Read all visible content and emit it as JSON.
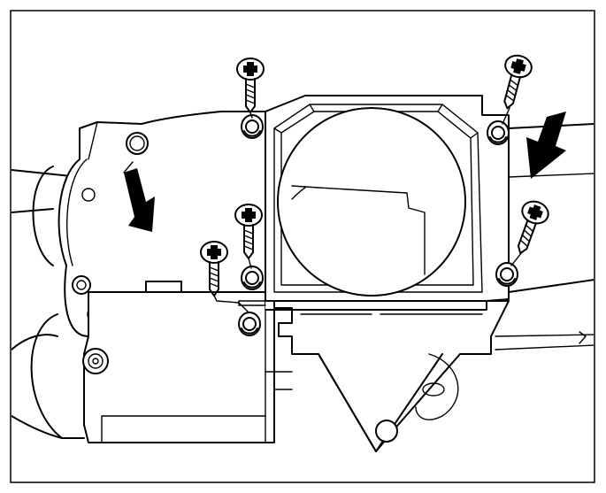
{
  "figure": {
    "type": "line-art assembly illustration",
    "colors": {
      "line": "#000000",
      "background": "#ffffff",
      "frame": "#000000"
    }
  },
  "screws": [
    {
      "name": "screw-top-left",
      "icon": "phillips-screw-icon"
    },
    {
      "name": "screw-top-right",
      "icon": "phillips-screw-icon"
    },
    {
      "name": "screw-middle",
      "icon": "phillips-screw-icon"
    },
    {
      "name": "screw-lower-left",
      "icon": "phillips-screw-icon"
    },
    {
      "name": "screw-right",
      "icon": "phillips-screw-icon"
    }
  ],
  "arrows": [
    {
      "name": "arrow-left",
      "icon": "down-arrow-icon"
    },
    {
      "name": "arrow-right",
      "icon": "down-arrow-icon"
    }
  ]
}
